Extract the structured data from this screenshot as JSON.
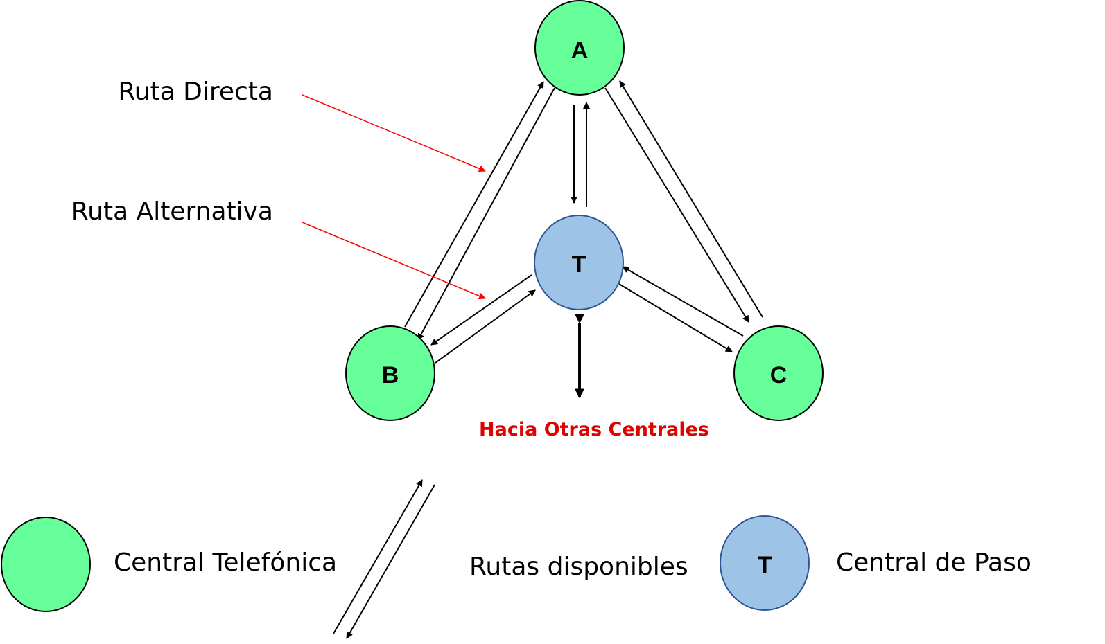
{
  "colors": {
    "central": "#66ff99",
    "paso": "#9dc3e6",
    "paso_stroke": "#2f5597",
    "pointer": "#ff0000",
    "highlight_text": "#e00000"
  },
  "nodes": {
    "a": "A",
    "t": "T",
    "b": "B",
    "c": "C"
  },
  "labels": {
    "ruta_directa": "Ruta Directa",
    "ruta_alternativa": "Ruta Alternativa",
    "hacia_otras_centrales": "Hacia Otras Centrales"
  },
  "legend": {
    "central_telefonica": "Central Telefónica",
    "rutas_disponibles": "Rutas disponibles",
    "paso_symbol": "T",
    "central_de_paso": "Central de Paso"
  }
}
